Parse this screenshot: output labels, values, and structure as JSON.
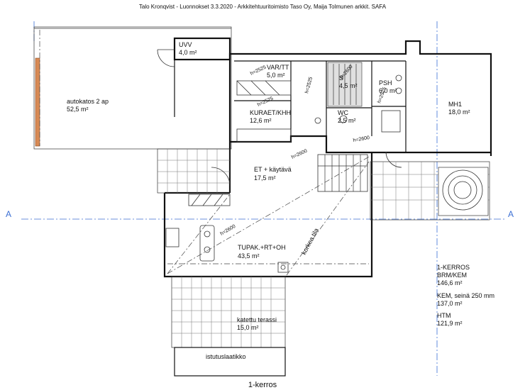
{
  "header": {
    "title": "Talo Kronqvist - Luonnokset 3.3.2020 - Arkkitehtuuritoimisto Taso Oy, Maija Tolmunen arkkit. SAFA"
  },
  "axis": {
    "left_label": "A",
    "right_label": "A"
  },
  "rooms": [
    {
      "id": "uvv",
      "name": "UVV",
      "area": "4,0 m²"
    },
    {
      "id": "autokatos",
      "name": "autokatos 2 ap",
      "area": "52,5 m²"
    },
    {
      "id": "var",
      "name": "VAR/TT",
      "area": "5,0 m²"
    },
    {
      "id": "sauna",
      "name": "S",
      "area": "4,5 m²"
    },
    {
      "id": "psh",
      "name": "PSH",
      "area": "6,0 m²"
    },
    {
      "id": "mh1",
      "name": "MH1",
      "area": "18,0 m²"
    },
    {
      "id": "kuraet",
      "name": "KURAET/KHH",
      "area": "12,6 m²"
    },
    {
      "id": "wc",
      "name": "WC",
      "area": "2,5 m²"
    },
    {
      "id": "et",
      "name": "ET + käytävä",
      "area": "17,5 m²"
    },
    {
      "id": "tupak",
      "name": "TUPAK.+RT+OH",
      "area": "43,5 m²"
    },
    {
      "id": "terassi",
      "name": "katettu terassi",
      "area": "15,0 m²"
    },
    {
      "id": "istutus",
      "name": "istutuslaatikko",
      "area": ""
    }
  ],
  "dimension_labels": [
    {
      "id": "h2525a",
      "text": "h=2525"
    },
    {
      "id": "h2525b",
      "text": "h=2525"
    },
    {
      "id": "h2600s",
      "text": "h=2600"
    },
    {
      "id": "h2525psh",
      "text": "h=2525"
    },
    {
      "id": "h2600c",
      "text": "h=2600"
    },
    {
      "id": "h2600et",
      "text": "h=2600"
    },
    {
      "id": "h2600tup",
      "text": "h=2600"
    },
    {
      "id": "h2525c",
      "text": "h=2525"
    }
  ],
  "annotations": {
    "korkea_tila": "korkea tila"
  },
  "floor_info": {
    "floor": "1-KERROS",
    "brm_label": "BRM/KEM",
    "brm_value": "146,6 m²",
    "kem_label": "KEM, seinä 250 mm",
    "kem_value": "137,0 m²",
    "htm_label": "HTM",
    "htm_value": "121,9 m²"
  },
  "footer": {
    "caption": "1-kerros"
  }
}
